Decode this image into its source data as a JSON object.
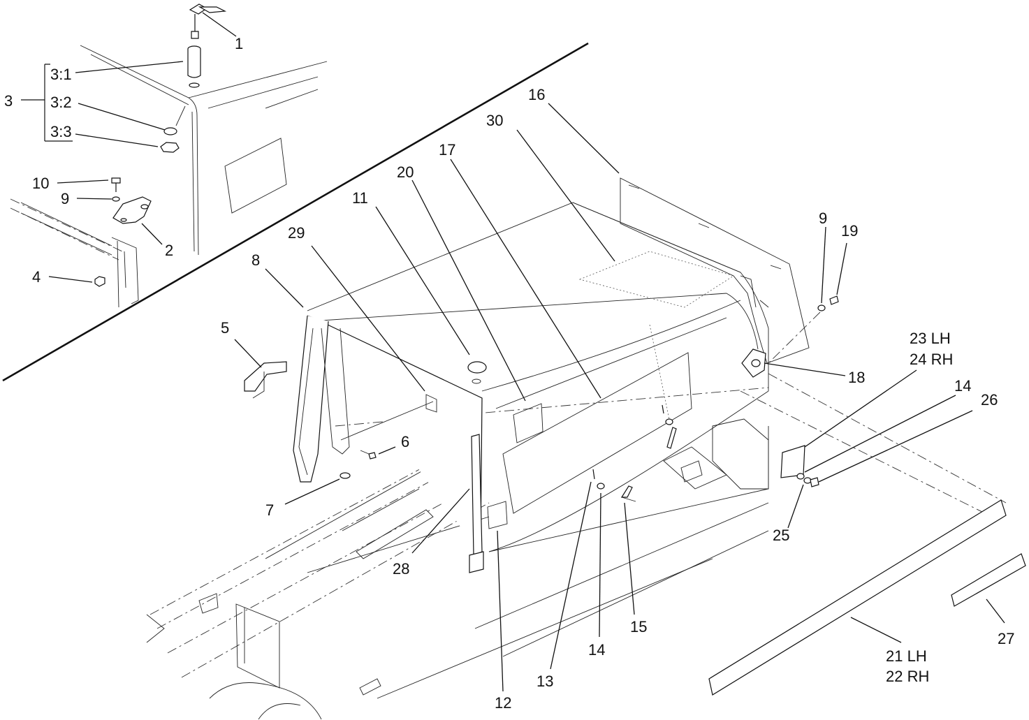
{
  "callouts": {
    "c1": "1",
    "c3_1": "3:1",
    "c3": "3",
    "c3_2": "3:2",
    "c3_3": "3:3",
    "c10": "10",
    "c9a": "9",
    "c2": "2",
    "c4": "4",
    "c16": "16",
    "c30": "30",
    "c17": "17",
    "c20": "20",
    "c11": "11",
    "c29": "29",
    "c8": "8",
    "c5": "5",
    "c6": "6",
    "c7": "7",
    "c28": "28",
    "c12": "12",
    "c13": "13",
    "c14a": "14",
    "c15": "15",
    "c9b": "9",
    "c19": "19",
    "c18": "18",
    "c23": "23 LH",
    "c24": "24 RH",
    "c14b": "14",
    "c26": "26",
    "c25": "25",
    "c21": "21 LH",
    "c22": "22 RH",
    "c27": "27"
  }
}
